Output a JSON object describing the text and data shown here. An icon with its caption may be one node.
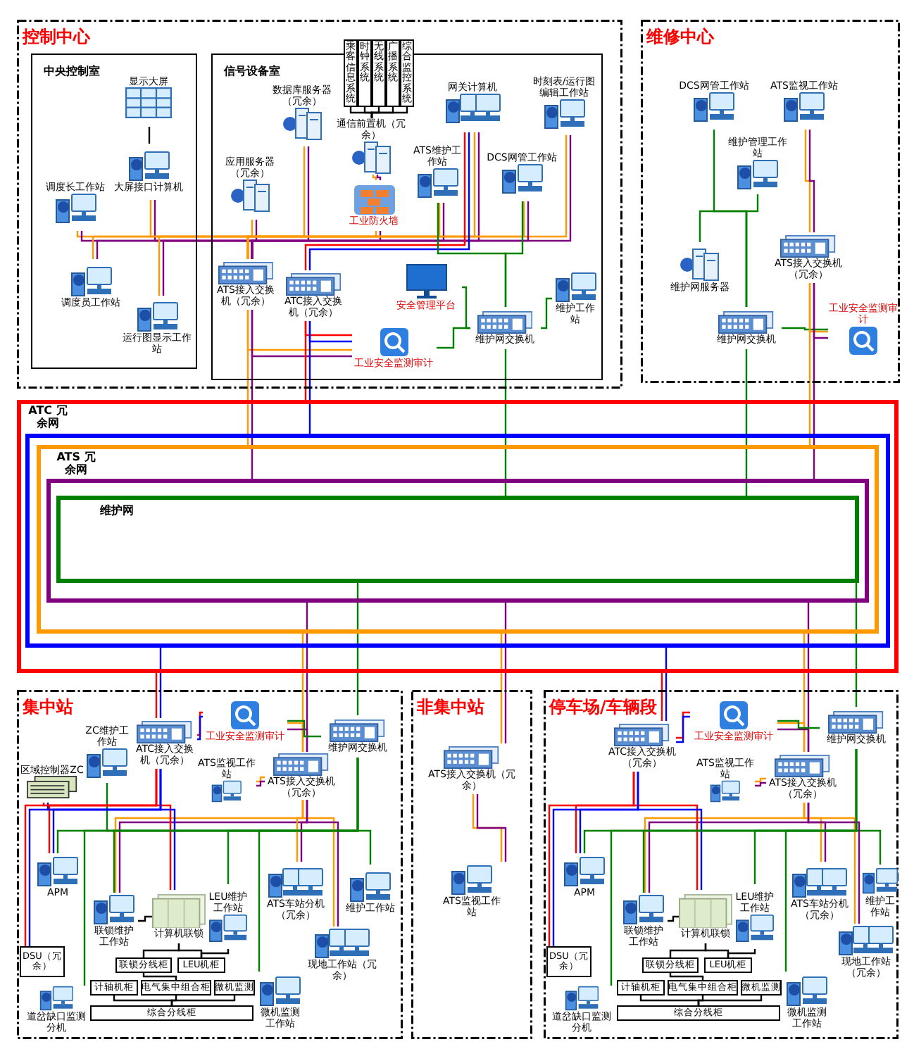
{
  "diagram": {
    "nodes": [
      {
        "text": [
          "控制中心"
        ]
      },
      {
        "text": [
          "中央控制室"
        ],
        "in": 0
      },
      {
        "text": [
          "显示大屏"
        ],
        "in": 1
      },
      {
        "text": [
          "大屏接口计算机"
        ],
        "in": 1
      },
      {
        "text": [
          "调度长工作站"
        ],
        "in": 1
      },
      {
        "text": [
          "调度员工作站"
        ],
        "in": 1
      },
      {
        "text": [
          "运行图显示工作站"
        ],
        "in": 1
      },
      {
        "text": [
          "信号设备室"
        ],
        "in": 0
      },
      {
        "text": [
          "乘客信息系统"
        ],
        "in": 0
      },
      {
        "text": [
          "时钟系统"
        ],
        "in": 0
      },
      {
        "text": [
          "无线系统"
        ],
        "in": 0
      },
      {
        "text": [
          "广播系统"
        ],
        "in": 0
      },
      {
        "text": [
          "综合监控系统"
        ],
        "in": 0
      },
      {
        "text": [
          "通信前置机（冗余）"
        ],
        "in": 7
      },
      {
        "text": [
          "数据库服务器（冗余）"
        ],
        "in": 7
      },
      {
        "text": [
          "应用服务器（冗余）"
        ],
        "in": 7
      },
      {
        "text": [
          "工业防火墙"
        ],
        "in": 7
      },
      {
        "text": [
          "网关计算机"
        ],
        "in": 7
      },
      {
        "text": [
          "时刻表/运行图编辑工作站"
        ],
        "in": 7
      },
      {
        "text": [
          "ATS维护工作站"
        ],
        "in": 7
      },
      {
        "text": [
          "DCS网管工作站"
        ],
        "in": 7
      },
      {
        "text": [
          "ATS接入交换机（冗余）"
        ],
        "in": 7
      },
      {
        "text": [
          "ATC接入交换机（冗余）"
        ],
        "in": 7
      },
      {
        "text": [
          "安全管理平台"
        ],
        "in": 7
      },
      {
        "text": [
          "维护网交换机"
        ],
        "in": 7
      },
      {
        "text": [
          "维护工作站"
        ],
        "in": 7
      },
      {
        "text": [
          "工业安全监测审计"
        ],
        "in": 7
      },
      {
        "text": [
          "维修中心"
        ]
      },
      {
        "text": [
          "DCS网管工作站"
        ],
        "in": 27
      },
      {
        "text": [
          "ATS监视工作站"
        ],
        "in": 27
      },
      {
        "text": [
          "维护管理工作站"
        ],
        "in": 27
      },
      {
        "text": [
          "维护网服务器"
        ],
        "in": 27
      },
      {
        "text": [
          "ATS接入交换机（冗余）"
        ],
        "in": 27
      },
      {
        "text": [
          "维护网交换机"
        ],
        "in": 27
      },
      {
        "text": [
          "工业安全监测审计"
        ],
        "in": 27
      },
      {
        "text": [
          "ATC 冗余网"
        ]
      },
      {
        "text": [],
        "shape": "box",
        "in": 35
      },
      {
        "text": [
          "ATS 冗余网"
        ],
        "in": 36
      },
      {
        "text": [],
        "shape": "box",
        "in": 37
      },
      {
        "text": [
          "维护网"
        ],
        "in": 38
      },
      {
        "text": [
          "集中站"
        ]
      },
      {
        "text": [
          "ATC接入交换机（冗余）"
        ],
        "in": 40
      },
      {
        "text": [
          "工业安全监测审计"
        ],
        "in": 40
      },
      {
        "text": [
          "维护网交换机"
        ],
        "in": 40
      },
      {
        "text": [
          "ZC维护工作站"
        ],
        "in": 40
      },
      {
        "text": [
          "区域控制器ZC"
        ],
        "in": 40
      },
      {
        "text": [
          "ATS接入交换机（冗余）"
        ],
        "in": 40
      },
      {
        "text": [
          "ATS监视工作站"
        ],
        "in": 40
      },
      {
        "text": [
          "APM"
        ],
        "in": 40
      },
      {
        "text": [
          "联锁维护工作站"
        ],
        "in": 40
      },
      {
        "text": [
          "计算机联锁"
        ],
        "in": 40
      },
      {
        "text": [
          "LEU维护工作站"
        ],
        "in": 40
      },
      {
        "text": [
          "ATS车站分机（冗余）"
        ],
        "in": 40
      },
      {
        "text": [
          "维护工作站"
        ],
        "in": 40
      },
      {
        "text": [
          "现地工作站（冗余）"
        ],
        "in": 40
      },
      {
        "text": [
          "DSU（冗余）"
        ],
        "in": 40
      },
      {
        "text": [
          "联锁分线柜"
        ],
        "in": 40
      },
      {
        "text": [
          "LEU机柜"
        ],
        "in": 40
      },
      {
        "text": [
          "计轴机柜"
        ],
        "in": 40
      },
      {
        "text": [
          "电气集中组合柜"
        ],
        "in": 40
      },
      {
        "text": [
          "微机监测"
        ],
        "in": 40
      },
      {
        "text": [
          "综合分线柜"
        ],
        "in": 40
      },
      {
        "text": [
          "微机监测工作站"
        ],
        "in": 40
      },
      {
        "text": [
          "道岔缺口监测分机"
        ],
        "in": 40
      },
      {
        "text": [
          "非集中站"
        ]
      },
      {
        "text": [
          "ATS接入交换机（冗余）"
        ],
        "in": 64
      },
      {
        "text": [
          "ATS监视工作站"
        ],
        "in": 64
      },
      {
        "text": [
          "停车场/车辆段"
        ]
      },
      {
        "text": [
          "ATC接入交换机（冗余）"
        ],
        "in": 67
      },
      {
        "text": [
          "工业安全监测审计"
        ],
        "in": 67
      },
      {
        "text": [
          "维护网交换机"
        ],
        "in": 67
      },
      {
        "text": [
          "ATS接入交换机（冗余）"
        ],
        "in": 67
      },
      {
        "text": [
          "ATS监视工作站"
        ],
        "in": 67
      },
      {
        "text": [
          "APM"
        ],
        "in": 67
      },
      {
        "text": [
          "联锁维护工作站"
        ],
        "in": 67
      },
      {
        "text": [
          "计算机联锁"
        ],
        "in": 67
      },
      {
        "text": [
          "LEU维护工作站"
        ],
        "in": 67
      },
      {
        "text": [
          "ATS车站分机（冗余）"
        ],
        "in": 67
      },
      {
        "text": [
          "维护工作站"
        ],
        "in": 67
      },
      {
        "text": [
          "现地工作站（冗余）"
        ],
        "in": 67
      },
      {
        "text": [
          "DSU（冗余）"
        ],
        "in": 67
      },
      {
        "text": [
          "联锁分线柜"
        ],
        "in": 67
      },
      {
        "text": [
          "LEU机柜"
        ],
        "in": 67
      },
      {
        "text": [
          "计轴机柜"
        ],
        "in": 67
      },
      {
        "text": [
          "电气集中组合柜"
        ],
        "in": 67
      },
      {
        "text": [
          "微机监测"
        ],
        "in": 67
      },
      {
        "text": [
          "综合分线柜"
        ],
        "in": 67
      },
      {
        "text": [
          "微机监测工作站"
        ],
        "in": 67
      },
      {
        "text": [
          "道岔缺口监测分机"
        ],
        "in": 67
      }
    ],
    "edges": [
      {
        "from": 2,
        "to": 3,
        "arrow": "none",
        "color": "#000000"
      },
      {
        "from": 8,
        "to": 13,
        "arrow": "none",
        "color": "#000000"
      },
      {
        "from": 9,
        "to": 13,
        "arrow": "none",
        "color": "#000000"
      },
      {
        "from": 10,
        "to": 13,
        "arrow": "none",
        "color": "#000000"
      },
      {
        "from": 11,
        "to": 13,
        "arrow": "none",
        "color": "#000000"
      },
      {
        "from": 12,
        "to": 13,
        "arrow": "none",
        "color": "#000000"
      },
      {
        "from": 13,
        "to": 16,
        "arrow": "none"
      },
      {
        "from": 13,
        "to": 16,
        "arrow": "none",
        "color": "#800080"
      },
      {
        "from": 3,
        "to": 21,
        "arrow": "none"
      },
      {
        "from": 3,
        "to": 21,
        "arrow": "none",
        "color": "#800080"
      },
      {
        "from": 4,
        "to": 21,
        "arrow": "none"
      },
      {
        "from": 4,
        "to": 21,
        "arrow": "none",
        "color": "#800080"
      },
      {
        "from": 5,
        "to": 21,
        "arrow": "none"
      },
      {
        "from": 5,
        "to": 21,
        "arrow": "none",
        "color": "#800080"
      },
      {
        "from": 6,
        "to": 21,
        "arrow": "none"
      },
      {
        "from": 6,
        "to": 21,
        "arrow": "none",
        "color": "#800080"
      },
      {
        "from": 14,
        "to": 21,
        "arrow": "none"
      },
      {
        "from": 14,
        "to": 21,
        "arrow": "none",
        "color": "#800080"
      },
      {
        "from": 15,
        "to": 21,
        "arrow": "none"
      },
      {
        "from": 15,
        "to": 21,
        "arrow": "none",
        "color": "#800080"
      },
      {
        "from": 16,
        "to": 21,
        "arrow": "none"
      },
      {
        "from": 16,
        "to": 21,
        "arrow": "none",
        "color": "#800080"
      },
      {
        "from": 17,
        "to": 21,
        "arrow": "none"
      },
      {
        "from": 17,
        "to": 21,
        "arrow": "none",
        "color": "#800080"
      },
      {
        "from": 18,
        "to": 21,
        "arrow": "none"
      },
      {
        "from": 18,
        "to": 21,
        "arrow": "none",
        "color": "#800080"
      },
      {
        "from": 19,
        "to": 21,
        "arrow": "none"
      },
      {
        "from": 19,
        "to": 21,
        "arrow": "none",
        "color": "#800080"
      },
      {
        "from": 20,
        "to": 21,
        "arrow": "none"
      },
      {
        "from": 20,
        "to": 21,
        "arrow": "none",
        "color": "#800080"
      },
      {
        "from": 17,
        "to": 22,
        "arrow": "none",
        "color": "#ff0000"
      },
      {
        "from": 17,
        "to": 22,
        "arrow": "none",
        "color": "#0000ff"
      },
      {
        "from": 19,
        "to": 24,
        "arrow": "none",
        "color": "#008000"
      },
      {
        "from": 20,
        "to": 24,
        "arrow": "none",
        "color": "#008000"
      },
      {
        "from": 23,
        "to": 24,
        "arrow": "none",
        "color": "#008000"
      },
      {
        "from": 25,
        "to": 24,
        "arrow": "none",
        "color": "#008000"
      },
      {
        "from": 26,
        "to": 24,
        "arrow": "none",
        "color": "#008000"
      },
      {
        "from": 21,
        "to": 26,
        "arrow": "none"
      },
      {
        "from": 21,
        "to": 26,
        "arrow": "none",
        "color": "#800080"
      },
      {
        "from": 22,
        "to": 26,
        "arrow": "none",
        "color": "#ff0000"
      },
      {
        "from": 22,
        "to": 26,
        "arrow": "none",
        "color": "#0000ff"
      },
      {
        "from": 21,
        "to": 37,
        "arrow": "none"
      },
      {
        "from": 21,
        "to": 38,
        "arrow": "none",
        "color": "#800080"
      },
      {
        "from": 22,
        "to": 35,
        "arrow": "none",
        "color": "#ff0000"
      },
      {
        "from": 22,
        "to": 36,
        "arrow": "none",
        "color": "#0000ff"
      },
      {
        "from": 24,
        "to": 39,
        "arrow": "none",
        "color": "#008000"
      },
      {
        "from": 28,
        "to": 33,
        "arrow": "none",
        "color": "#008000"
      },
      {
        "from": 30,
        "to": 33,
        "arrow": "none",
        "color": "#008000"
      },
      {
        "from": 31,
        "to": 33,
        "arrow": "none",
        "color": "#008000"
      },
      {
        "from": 29,
        "to": 32,
        "arrow": "none"
      },
      {
        "from": 29,
        "to": 32,
        "arrow": "none",
        "color": "#800080"
      },
      {
        "from": 32,
        "to": 34,
        "arrow": "none"
      },
      {
        "from": 32,
        "to": 34,
        "arrow": "none",
        "color": "#800080"
      },
      {
        "from": 33,
        "to": 34,
        "arrow": "none",
        "color": "#008000"
      },
      {
        "from": 32,
        "to": 37,
        "arrow": "none"
      },
      {
        "from": 32,
        "to": 38,
        "arrow": "none",
        "color": "#800080"
      },
      {
        "from": 33,
        "to": 39,
        "arrow": "none",
        "color": "#008000"
      },
      {
        "from": 41,
        "to": 35,
        "arrow": "none",
        "color": "#ff0000"
      },
      {
        "from": 41,
        "to": 36,
        "arrow": "none",
        "color": "#0000ff"
      },
      {
        "from": 46,
        "to": 37,
        "arrow": "none"
      },
      {
        "from": 46,
        "to": 38,
        "arrow": "none",
        "color": "#800080"
      },
      {
        "from": 43,
        "to": 39,
        "arrow": "none",
        "color": "#008000"
      },
      {
        "from": 41,
        "to": 42,
        "arrow": "none",
        "color": "#ff0000"
      },
      {
        "from": 41,
        "to": 42,
        "arrow": "none",
        "color": "#0000ff"
      },
      {
        "from": 46,
        "to": 42,
        "arrow": "none"
      },
      {
        "from": 46,
        "to": 42,
        "arrow": "none",
        "color": "#800080"
      },
      {
        "from": 43,
        "to": 42,
        "arrow": "none",
        "color": "#008000"
      },
      {
        "from": 44,
        "to": 43,
        "arrow": "none",
        "color": "#008000"
      },
      {
        "from": 45,
        "to": 41,
        "arrow": "none",
        "color": "#ff0000"
      },
      {
        "from": 45,
        "to": 41,
        "arrow": "none",
        "color": "#0000ff"
      },
      {
        "from": 47,
        "to": 46,
        "arrow": "none"
      },
      {
        "from": 47,
        "to": 46,
        "arrow": "none",
        "color": "#800080"
      },
      {
        "from": 48,
        "to": 41,
        "arrow": "none",
        "color": "#ff0000"
      },
      {
        "from": 48,
        "to": 41,
        "arrow": "none",
        "color": "#0000ff"
      },
      {
        "from": 48,
        "to": 43,
        "arrow": "none",
        "color": "#008000"
      },
      {
        "from": 49,
        "to": 46,
        "arrow": "none"
      },
      {
        "from": 49,
        "to": 46,
        "arrow": "none",
        "color": "#800080"
      },
      {
        "from": 49,
        "to": 43,
        "arrow": "none",
        "color": "#008000"
      },
      {
        "from": 50,
        "to": 41,
        "arrow": "none",
        "color": "#ff0000"
      },
      {
        "from": 50,
        "to": 41,
        "arrow": "none",
        "color": "#0000ff"
      },
      {
        "from": 51,
        "to": 43,
        "arrow": "none",
        "color": "#008000"
      },
      {
        "from": 52,
        "to": 46,
        "arrow": "none"
      },
      {
        "from": 52,
        "to": 46,
        "arrow": "none",
        "color": "#800080"
      },
      {
        "from": 53,
        "to": 43,
        "arrow": "none",
        "color": "#008000"
      },
      {
        "from": 54,
        "to": 46,
        "arrow": "none"
      },
      {
        "from": 54,
        "to": 46,
        "arrow": "none",
        "color": "#800080"
      },
      {
        "from": 55,
        "to": 41,
        "arrow": "none",
        "color": "#ff0000"
      },
      {
        "from": 55,
        "to": 41,
        "arrow": "none",
        "color": "#0000ff"
      },
      {
        "from": 62,
        "to": 43,
        "arrow": "none",
        "color": "#008000"
      },
      {
        "from": 63,
        "to": 43,
        "arrow": "none",
        "color": "#008000"
      },
      {
        "from": 50,
        "to": 49,
        "arrow": "none",
        "color": "#000000"
      },
      {
        "from": 50,
        "to": 56,
        "arrow": "none",
        "color": "#000000"
      },
      {
        "from": 50,
        "to": 57,
        "arrow": "none",
        "color": "#000000"
      },
      {
        "from": 51,
        "to": 57,
        "arrow": "none",
        "color": "#000000"
      },
      {
        "from": 56,
        "to": 59,
        "arrow": "none",
        "color": "#000000"
      },
      {
        "from": 58,
        "to": 61,
        "arrow": "none",
        "color": "#000000"
      },
      {
        "from": 59,
        "to": 61,
        "arrow": "none",
        "color": "#000000"
      },
      {
        "from": 60,
        "to": 61,
        "arrow": "none",
        "color": "#000000"
      },
      {
        "from": 65,
        "to": 37,
        "arrow": "none"
      },
      {
        "from": 65,
        "to": 38,
        "arrow": "none",
        "color": "#800080"
      },
      {
        "from": 66,
        "to": 65,
        "arrow": "none"
      },
      {
        "from": 66,
        "to": 65,
        "arrow": "none",
        "color": "#800080"
      },
      {
        "from": 68,
        "to": 35,
        "arrow": "none",
        "color": "#ff0000"
      },
      {
        "from": 68,
        "to": 36,
        "arrow": "none",
        "color": "#0000ff"
      },
      {
        "from": 71,
        "to": 37,
        "arrow": "none"
      },
      {
        "from": 71,
        "to": 38,
        "arrow": "none",
        "color": "#800080"
      },
      {
        "from": 70,
        "to": 39,
        "arrow": "none",
        "color": "#008000"
      },
      {
        "from": 68,
        "to": 69,
        "arrow": "none",
        "color": "#ff0000"
      },
      {
        "from": 68,
        "to": 69,
        "arrow": "none",
        "color": "#0000ff"
      },
      {
        "from": 71,
        "to": 69,
        "arrow": "none"
      },
      {
        "from": 71,
        "to": 69,
        "arrow": "none",
        "color": "#800080"
      },
      {
        "from": 70,
        "to": 69,
        "arrow": "none",
        "color": "#008000"
      },
      {
        "from": 72,
        "to": 71,
        "arrow": "none"
      },
      {
        "from": 72,
        "to": 71,
        "arrow": "none",
        "color": "#800080"
      },
      {
        "from": 73,
        "to": 68,
        "arrow": "none",
        "color": "#ff0000"
      },
      {
        "from": 73,
        "to": 68,
        "arrow": "none",
        "color": "#0000ff"
      },
      {
        "from": 73,
        "to": 70,
        "arrow": "none",
        "color": "#008000"
      },
      {
        "from": 74,
        "to": 71,
        "arrow": "none"
      },
      {
        "from": 74,
        "to": 71,
        "arrow": "none",
        "color": "#800080"
      },
      {
        "from": 74,
        "to": 70,
        "arrow": "none",
        "color": "#008000"
      },
      {
        "from": 75,
        "to": 68,
        "arrow": "none",
        "color": "#ff0000"
      },
      {
        "from": 75,
        "to": 68,
        "arrow": "none",
        "color": "#0000ff"
      },
      {
        "from": 76,
        "to": 70,
        "arrow": "none",
        "color": "#008000"
      },
      {
        "from": 77,
        "to": 71,
        "arrow": "none"
      },
      {
        "from": 77,
        "to": 71,
        "arrow": "none",
        "color": "#800080"
      },
      {
        "from": 78,
        "to": 70,
        "arrow": "none",
        "color": "#008000"
      },
      {
        "from": 79,
        "to": 71,
        "arrow": "none"
      },
      {
        "from": 79,
        "to": 71,
        "arrow": "none",
        "color": "#800080"
      },
      {
        "from": 80,
        "to": 68,
        "arrow": "none",
        "color": "#ff0000"
      },
      {
        "from": 80,
        "to": 68,
        "arrow": "none",
        "color": "#0000ff"
      },
      {
        "from": 87,
        "to": 70,
        "arrow": "none",
        "color": "#008000"
      },
      {
        "from": 88,
        "to": 70,
        "arrow": "none",
        "color": "#008000"
      },
      {
        "from": 75,
        "to": 74,
        "arrow": "none",
        "color": "#000000"
      },
      {
        "from": 75,
        "to": 81,
        "arrow": "none",
        "color": "#000000"
      },
      {
        "from": 75,
        "to": 82,
        "arrow": "none",
        "color": "#000000"
      },
      {
        "from": 76,
        "to": 82,
        "arrow": "none",
        "color": "#000000"
      },
      {
        "from": 81,
        "to": 84,
        "arrow": "none",
        "color": "#000000"
      },
      {
        "from": 83,
        "to": 86,
        "arrow": "none",
        "color": "#000000"
      },
      {
        "from": 84,
        "to": 86,
        "arrow": "none",
        "color": "#000000"
      },
      {
        "from": 85,
        "to": 86,
        "arrow": "none",
        "color": "#000000"
      }
    ]
  }
}
